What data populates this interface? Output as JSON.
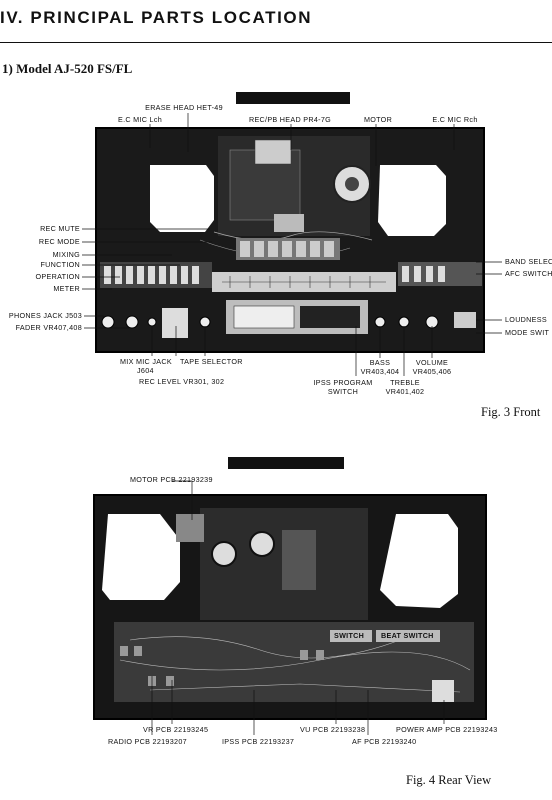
{
  "header": {
    "title": "IV. PRINCIPAL PARTS LOCATION"
  },
  "section": {
    "model_heading": "1) Model AJ-520 FS/FL"
  },
  "figure_front": {
    "caption": "Fig. 3 Front",
    "labels": {
      "erase_head": "ERASE HEAD HET-49",
      "ec_mic_lch": "E.C MIC Lch",
      "rec_pb_head": "REC/PB HEAD PR4-7G",
      "motor": "MOTOR",
      "ec_mic_rch": "E.C MIC Rch",
      "rec_mute": "REC MUTE",
      "rec_mode": "REC MODE",
      "mixing": "MIXING",
      "function": "FUNCTION",
      "operation": "OPERATION",
      "meter": "METER",
      "phones_jack": "PHONES JACK J503",
      "fader": "FADER VR407,408",
      "band_select": "BAND SELEC",
      "afc_switch": "AFC SWITCH",
      "loudness": "LOUDNESS",
      "mode_switch": "MODE SWIT",
      "mix_mic_jack": "MIX MIC JACK",
      "j604": "J604",
      "tape_selector": "TAPE SELECTOR",
      "rec_level": "REC LEVEL VR301, 302",
      "bass": "BASS",
      "bass_vr": "VR403,404",
      "ipss_program": "IPSS PROGRAM",
      "ipss_switch": "SWITCH",
      "volume": "VOLUME",
      "volume_vr": "VR405,406",
      "treble": "TREBLE",
      "treble_vr": "VR401,402"
    }
  },
  "figure_rear": {
    "caption": "Fig. 4 Rear View",
    "labels": {
      "motor_pcb": "MOTOR PCB 22193239",
      "vr_pcb": "VR PCB 22193245",
      "radio_pcb": "RADIO PCB 22193207",
      "ipss_pcb": "IPSS PCB 22193237",
      "vu_pcb": "VU PCB 22193238",
      "af_pcb": "AF PCB 22193240",
      "power_amp_pcb": "POWER AMP PCB 22193243",
      "switch_a": "SWITCH",
      "switch_b": "BEAT SWITCH"
    }
  }
}
